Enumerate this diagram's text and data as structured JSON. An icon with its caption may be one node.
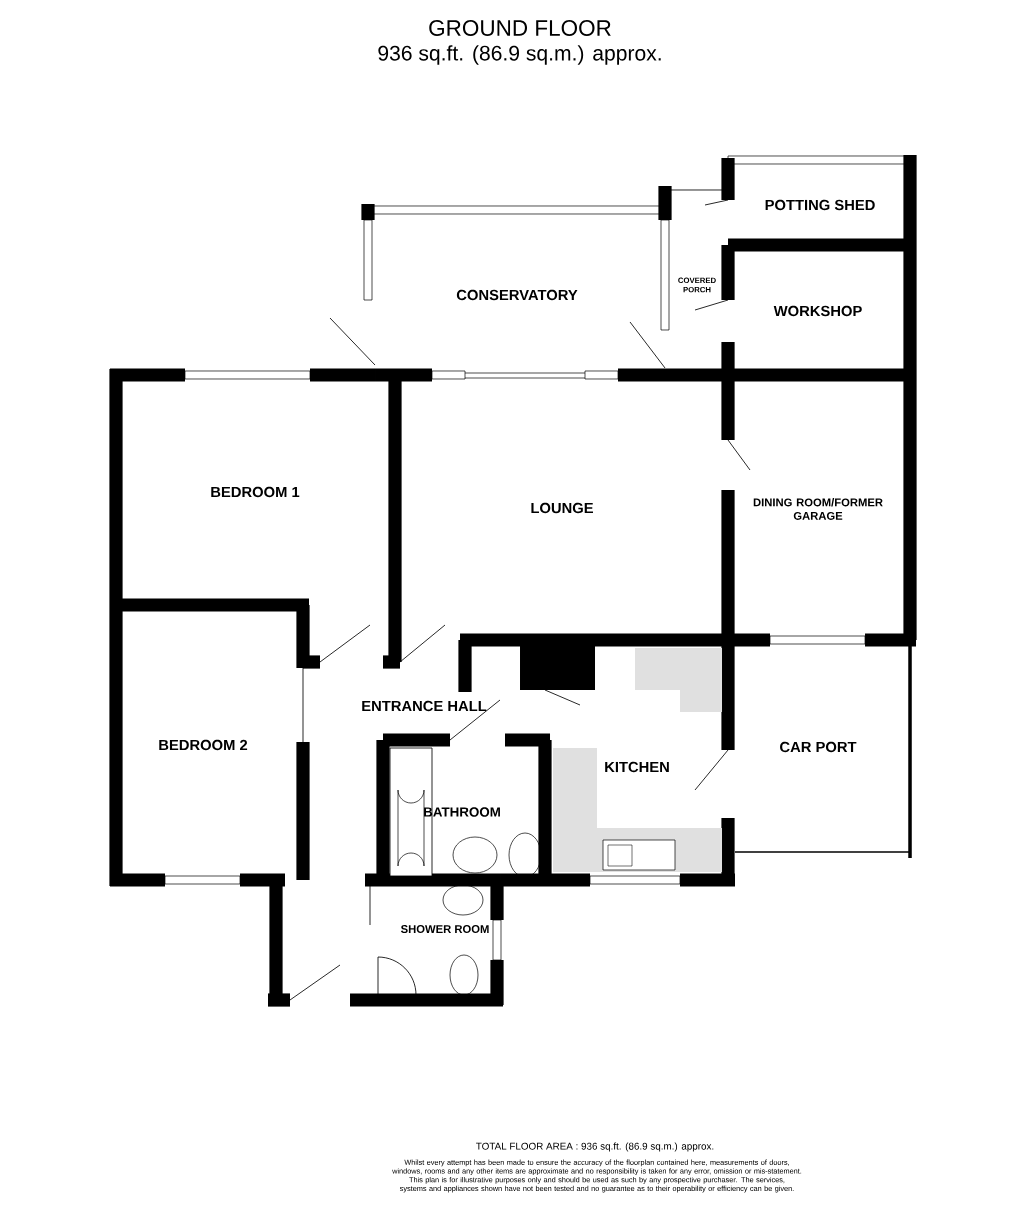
{
  "diagram": {
    "title": "GROUND FLOOR",
    "labels": [
      "936 sq.ft. (86.9 sq.m.) approx.",
      "POTTING SHED",
      "CONSERVATORY",
      "COVERED PORCH",
      "WORKSHOP",
      "BEDROOM 1",
      "LOUNGE",
      "DINING ROOM/FORMER GARAGE",
      "ENTRANCE HALL",
      "BEDROOM 2",
      "KITCHEN",
      "CAR PORT",
      "BATHROOM",
      "SHOWER ROOM",
      "TOTAL FLOOR AREA : 936 sq.ft. (86.9 sq.m.) approx.",
      "Whilst every attempt has been made to ensure the accuracy of the floorplan contained here, measurements of doors, windows, rooms and any other items are approximate and no responsibility is taken for any error, omission or mis-statement. This plan is for illustrative purposes only and should be used as such by any prospective purchaser. The services, systems and appliances shown have not been tested and no guarantee as to their operability or efficiency can be given."
    ]
  }
}
